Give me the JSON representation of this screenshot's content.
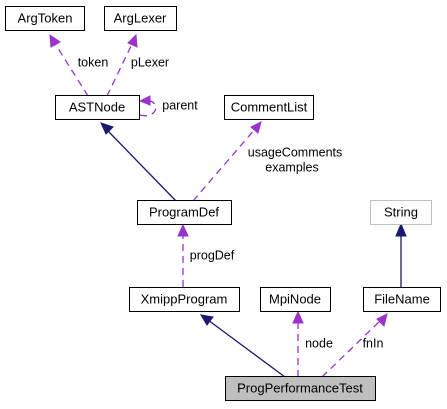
{
  "nodes": {
    "argtoken": "ArgToken",
    "arglexer": "ArgLexer",
    "astnode": "ASTNode",
    "commentlist": "CommentList",
    "programdef": "ProgramDef",
    "string": "String",
    "xmippprogram": "XmippProgram",
    "mpinode": "MpiNode",
    "filename": "FileName",
    "progperformancetest": "ProgPerformanceTest"
  },
  "edge_labels": {
    "token": "token",
    "plexer": "pLexer",
    "parent": "parent",
    "usage_comments": "usageComments",
    "examples": "examples",
    "progdef": "progDef",
    "node": "node",
    "fnin": "fnIn"
  },
  "colors": {
    "inheritance_edge": "#191970",
    "usage_edge": "#9a32cd",
    "focus_node_fill": "#bfbfbf",
    "faded_node_border": "#bfbfbf"
  }
}
